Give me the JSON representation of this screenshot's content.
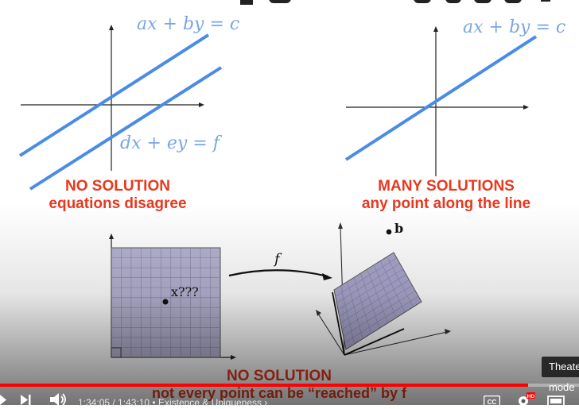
{
  "slide": {
    "left_panel": {
      "eq_top": "ax + by = c",
      "eq_bottom": "dx + ey = f",
      "caption_title": "NO SOLUTION",
      "caption_sub": "equations disagree"
    },
    "right_panel": {
      "eq_top": "ax + by = c",
      "caption_title": "MANY SOLUTIONS",
      "caption_sub": "any point along the line"
    },
    "bottom_panel": {
      "map_label": "f",
      "point_x_label": "x???",
      "point_b_label": "b",
      "caption_title": "NO SOLUTION",
      "caption_sub": "not every point can be “reached” by f"
    },
    "colors": {
      "line_blue": "#4a8be6",
      "caption_red": "#e8381e",
      "grid_fill": "#b6b3d1"
    }
  },
  "player": {
    "time_text": "1:34:05 / 1:43:10",
    "chapter_text": "Existence & Uniqueness",
    "progress_fraction": 0.912,
    "theater_tooltip": "Theater mode",
    "icons": [
      "play-icon",
      "next-icon",
      "volume-icon",
      "captions-icon",
      "settings-icon",
      "theater-icon"
    ],
    "cc_label": "CC",
    "hd_badge": "HD"
  }
}
